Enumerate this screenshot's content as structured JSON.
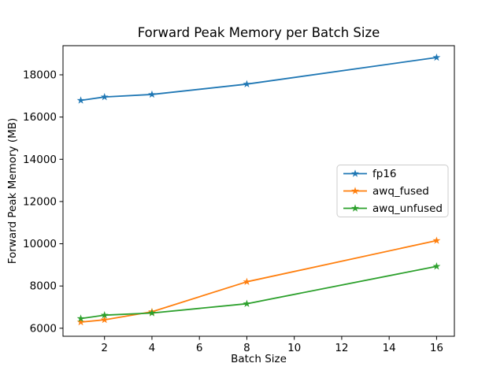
{
  "chart_data": {
    "type": "line",
    "title": "Forward Peak Memory per Batch Size",
    "xlabel": "Batch Size",
    "ylabel": "Forward Peak Memory (MB)",
    "x": [
      1,
      2,
      4,
      8,
      16
    ],
    "series": [
      {
        "name": "fp16",
        "color": "#1f77b4",
        "values": [
          16790,
          16950,
          17070,
          17560,
          18820
        ]
      },
      {
        "name": "awq_fused",
        "color": "#ff7f0e",
        "values": [
          6290,
          6400,
          6780,
          8200,
          10150
        ]
      },
      {
        "name": "awq_unfused",
        "color": "#2ca02c",
        "values": [
          6460,
          6620,
          6720,
          7160,
          8930
        ]
      }
    ],
    "marker": "star",
    "xlim": [
      0.25,
      16.75
    ],
    "ylim": [
      5620,
      19380
    ],
    "xticks": [
      2,
      4,
      6,
      8,
      10,
      12,
      14,
      16
    ],
    "yticks": [
      6000,
      8000,
      10000,
      12000,
      14000,
      16000,
      18000
    ],
    "grid": false,
    "legend_position": "center-right",
    "colors": {
      "spine": "#000000",
      "legend_border": "#cccccc",
      "background": "#ffffff"
    }
  }
}
